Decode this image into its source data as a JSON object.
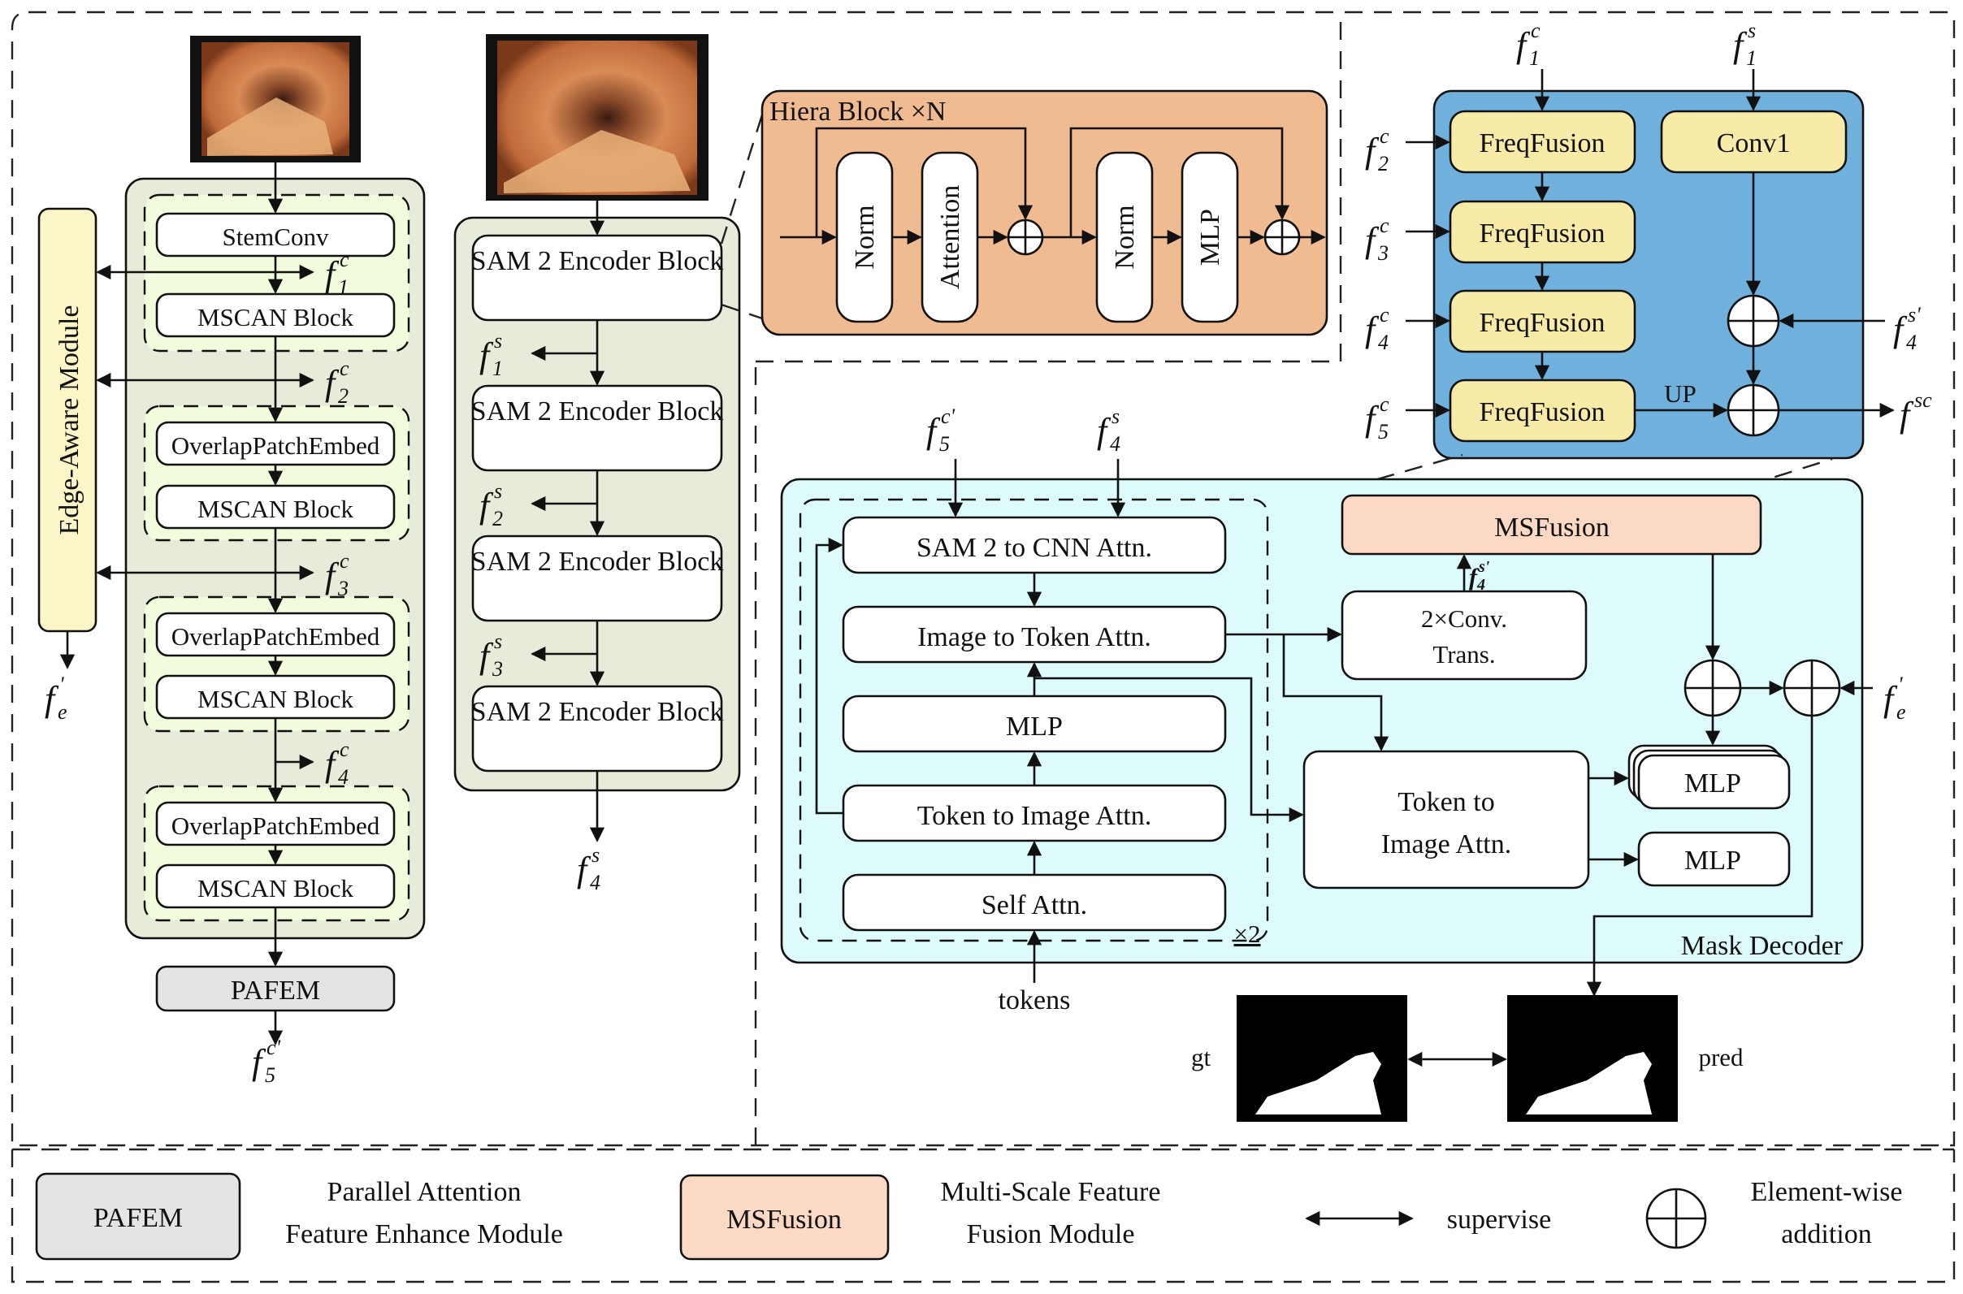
{
  "left_branch": {
    "edge_module": "Edge-Aware Module",
    "edge_out": {
      "base": "f",
      "sub": "e",
      "sup": "'"
    },
    "stem": "StemConv",
    "mscan": "MSCAN Block",
    "overlap": "OverlapPatchEmbed",
    "pafem": "PAFEM",
    "f1": {
      "base": "f",
      "sub": "1",
      "sup": "c"
    },
    "f2": {
      "base": "f",
      "sub": "2",
      "sup": "c"
    },
    "f3": {
      "base": "f",
      "sub": "3",
      "sup": "c"
    },
    "f4": {
      "base": "f",
      "sub": "4",
      "sup": "c"
    },
    "f5": {
      "base": "f",
      "sub": "5",
      "sup": "c'"
    }
  },
  "middle_branch": {
    "encoder_block": "SAM 2 Encoder Block",
    "fs1": {
      "base": "f",
      "sub": "1",
      "sup": "s"
    },
    "fs2": {
      "base": "f",
      "sub": "2",
      "sup": "s"
    },
    "fs3": {
      "base": "f",
      "sub": "3",
      "sup": "s"
    },
    "fs4": {
      "base": "f",
      "sub": "4",
      "sup": "s"
    }
  },
  "hiera": {
    "title": "Hiera Block ×N",
    "norm": "Norm",
    "attention": "Attention",
    "mlp": "MLP"
  },
  "fusion": {
    "freq": "FreqFusion",
    "conv1": "Conv1",
    "up": "UP",
    "in_c1": {
      "base": "f",
      "sub": "1",
      "sup": "c"
    },
    "in_s1": {
      "base": "f",
      "sub": "1",
      "sup": "s"
    },
    "in_c2": {
      "base": "f",
      "sub": "2",
      "sup": "c"
    },
    "in_c3": {
      "base": "f",
      "sub": "3",
      "sup": "c"
    },
    "in_c4": {
      "base": "f",
      "sub": "4",
      "sup": "c"
    },
    "in_c5": {
      "base": "f",
      "sub": "5",
      "sup": "c"
    },
    "in_s4p": {
      "base": "f",
      "sub": "4",
      "sup": "s'"
    },
    "out_sc": {
      "base": "f",
      "sub": "",
      "sup": "sc"
    }
  },
  "decoder": {
    "title": "Mask Decoder",
    "msfusion": "MSFusion",
    "sam2cnn": "SAM 2 to CNN Attn.",
    "img2tok": "Image to Token Attn.",
    "mlp": "MLP",
    "tok2img": "Token to Image Attn.",
    "self_attn": "Self Attn.",
    "times2": "×2",
    "conv_trans_1": "2×Conv.",
    "conv_trans_2": "Trans.",
    "tok2img_big_1": "Token to",
    "tok2img_big_2": "Image Attn.",
    "tokens": "tokens",
    "in_c5p": {
      "base": "f",
      "sub": "5",
      "sup": "c'"
    },
    "in_s4": {
      "base": "f",
      "sub": "4",
      "sup": "s"
    },
    "mid_s4p": {
      "base": "f",
      "sub": "4",
      "sup": "s'"
    },
    "in_ep": {
      "base": "f",
      "sub": "e",
      "sup": "'"
    }
  },
  "outputs": {
    "gt": "gt",
    "pred": "pred"
  },
  "legend": {
    "pafem_box": "PAFEM",
    "pafem_desc_1": "Parallel Attention",
    "pafem_desc_2": "Feature Enhance Module",
    "msf_box": "MSFusion",
    "msf_desc_1": "Multi-Scale Feature",
    "msf_desc_2": "Fusion Module",
    "supervise": "supervise",
    "add_1": "Element-wise",
    "add_2": "addition"
  },
  "colors": {
    "green_panel": "#e6ecd9",
    "light_green": "#f2fbdc",
    "yellow": "#fbf6c8",
    "hiera_bg": "#f0bb90",
    "fusion_bg": "#6fb1dc",
    "fusion_box": "#f8eba8",
    "decoder_bg": "#dcfbfa",
    "msfusion": "#fbd9c4",
    "pafem": "#e4e4e4"
  }
}
